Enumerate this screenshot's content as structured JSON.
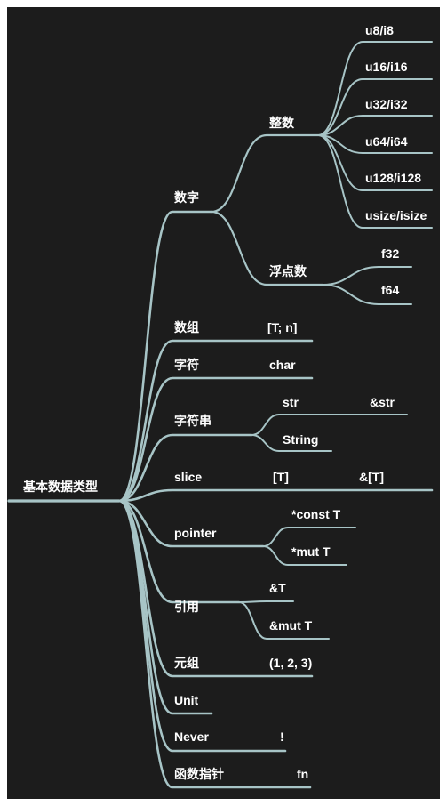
{
  "mindmap": {
    "root": "基本数据类型",
    "numbers": {
      "label": "数字",
      "integer": {
        "label": "整数",
        "items": [
          "u8/i8",
          "u16/i16",
          "u32/i32",
          "u64/i64",
          "u128/i128",
          "usize/isize"
        ]
      },
      "float": {
        "label": "浮点数",
        "items": [
          "f32",
          "f64"
        ]
      }
    },
    "array": {
      "label": "数组",
      "value": "[T; n]"
    },
    "char": {
      "label": "字符",
      "value": "char"
    },
    "string": {
      "label": "字符串",
      "items": [
        "str",
        "String"
      ],
      "extra": "&str"
    },
    "slice": {
      "label": "slice",
      "value": "[T]",
      "extra": "&[T]"
    },
    "pointer": {
      "label": "pointer",
      "items": [
        "*const T",
        "*mut T"
      ]
    },
    "reference": {
      "label": "引用",
      "items": [
        "&T",
        "&mut T"
      ]
    },
    "tuple": {
      "label": "元组",
      "value": "(1, 2, 3)"
    },
    "unit": {
      "label": "Unit"
    },
    "never": {
      "label": "Never",
      "value": "!"
    },
    "fn_pointer": {
      "label": "函数指针",
      "value": "fn"
    }
  },
  "colors": {
    "background": "#1c1c1c",
    "branch": "#a7c4c6",
    "text": "#ffffff"
  }
}
